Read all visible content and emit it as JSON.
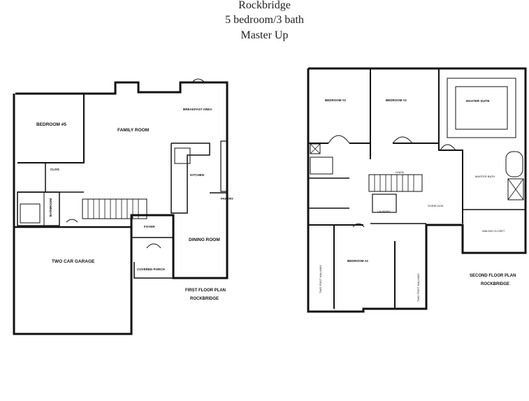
{
  "header": {
    "title": "Rockbridge",
    "subtitle": "5 bedroom/3 bath",
    "tagline": "Master Up"
  },
  "first_floor": {
    "caption": "FIRST FLOOR PLAN",
    "plan_name": "ROCKBRIDGE",
    "rooms": {
      "bedroom5": "BEDROOM #5",
      "family_room": "FAMILY ROOM",
      "breakfast_area": "BREAKFAST AREA",
      "kitchen": "KITCHEN",
      "pantry": "PANTRY",
      "dining_room": "DINING ROOM",
      "garage": "TWO CAR GARAGE",
      "foyer": "FOYER",
      "covered_porch": "COVERED PORCH",
      "closet": "CLOS.",
      "bathroom": "BATHROOM"
    }
  },
  "second_floor": {
    "caption": "SECOND FLOOR PLAN",
    "plan_name": "ROCKBRIDGE",
    "rooms": {
      "bedroom3": "BEDROOM #3",
      "bedroom2": "BEDROOM #2",
      "master_suite": "MASTER SUITE",
      "master_bath": "MASTER BATH",
      "walk_in_closet": "WALKIN CLOSET",
      "bedroom4": "BEDROOM #4",
      "laundry": "LAUNDRY",
      "linen": "LINEN",
      "overlook": "OVERLOOK",
      "two_foot_hall_left": "TWO FOOT HALLWAY",
      "two_foot_hall_right": "TWO FOOT HALLWAY"
    }
  },
  "colors": {
    "ink": "#111111",
    "paper": "#ffffff"
  }
}
